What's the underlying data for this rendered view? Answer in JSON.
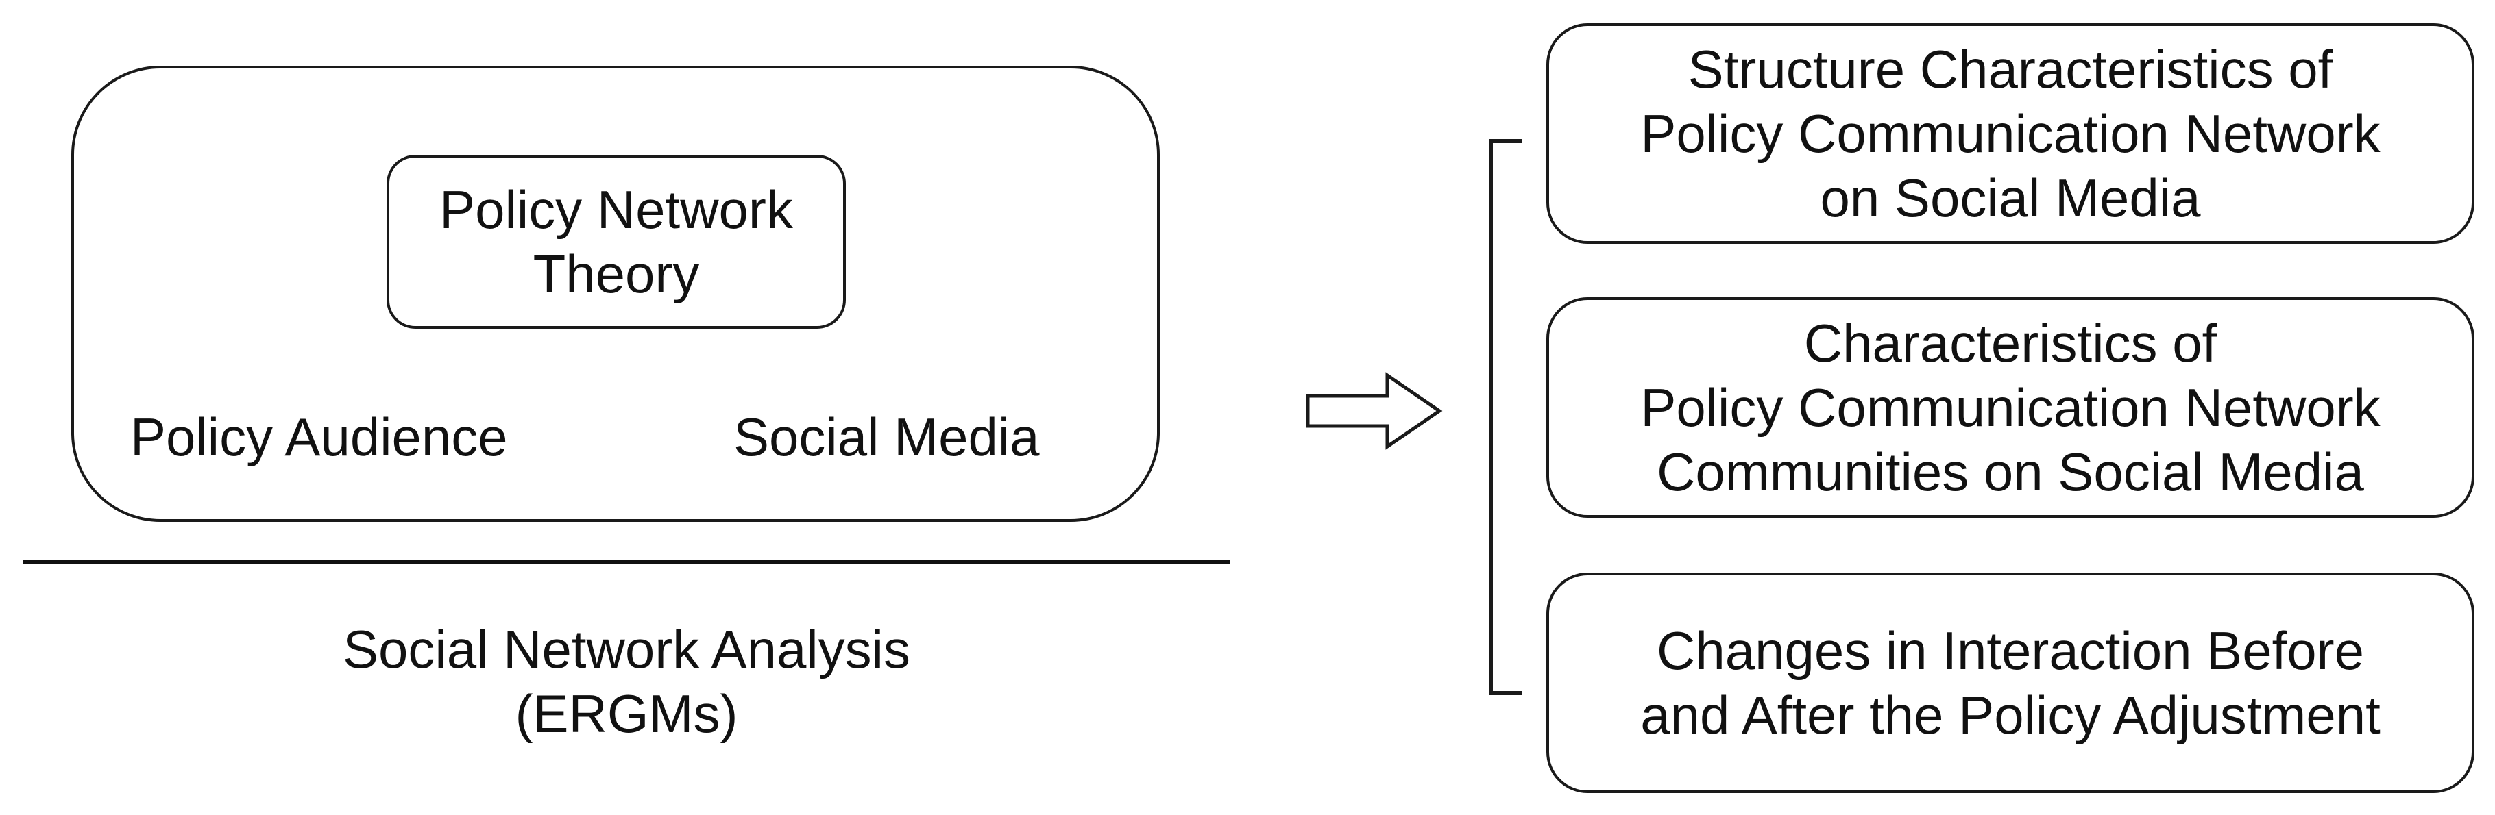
{
  "left_panel": {
    "theory_box": {
      "lines": [
        "Policy Network",
        "Theory"
      ]
    },
    "audience_label": "Policy Audience",
    "media_label": "Social Media"
  },
  "method": {
    "lines": [
      "Social Network Analysis",
      "(ERGMs)"
    ]
  },
  "outcomes": [
    {
      "lines": [
        "Structure Characteristics of",
        "Policy Communication Network",
        "on Social Media"
      ]
    },
    {
      "lines": [
        "Characteristics of",
        "Policy Communication Network",
        "Communities on Social Media"
      ]
    },
    {
      "lines": [
        "Changes in Interaction Before",
        "and After the Policy Adjustment"
      ]
    }
  ]
}
